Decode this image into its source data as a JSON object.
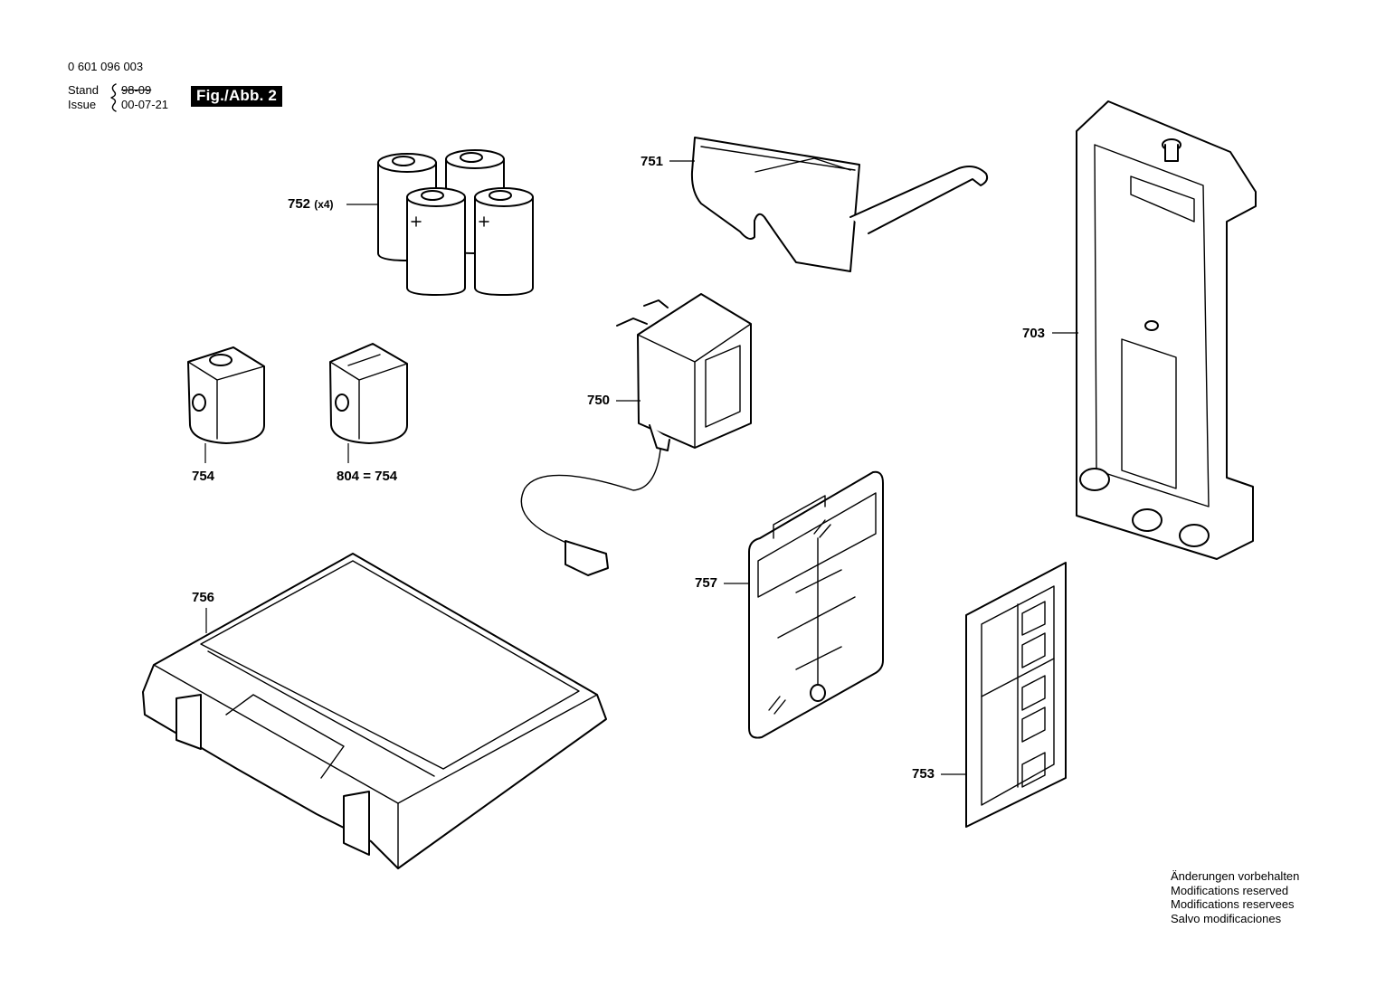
{
  "header": {
    "part_number": "0 601 096 003",
    "stand_label": "Stand",
    "stand_date": "98-09",
    "issue_label": "Issue",
    "issue_date": "00-07-21",
    "figure": "Fig./Abb. 2"
  },
  "labels": {
    "p752": "752",
    "p752_qty": "(x4)",
    "p751": "751",
    "p703": "703",
    "p750": "750",
    "p754": "754",
    "p804": "804 = 754",
    "p756": "756",
    "p757": "757",
    "p753": "753"
  },
  "notice": [
    "Änderungen vorbehalten",
    "Modifications reserved",
    "Modifications reservees",
    "Salvo modificaciones"
  ]
}
